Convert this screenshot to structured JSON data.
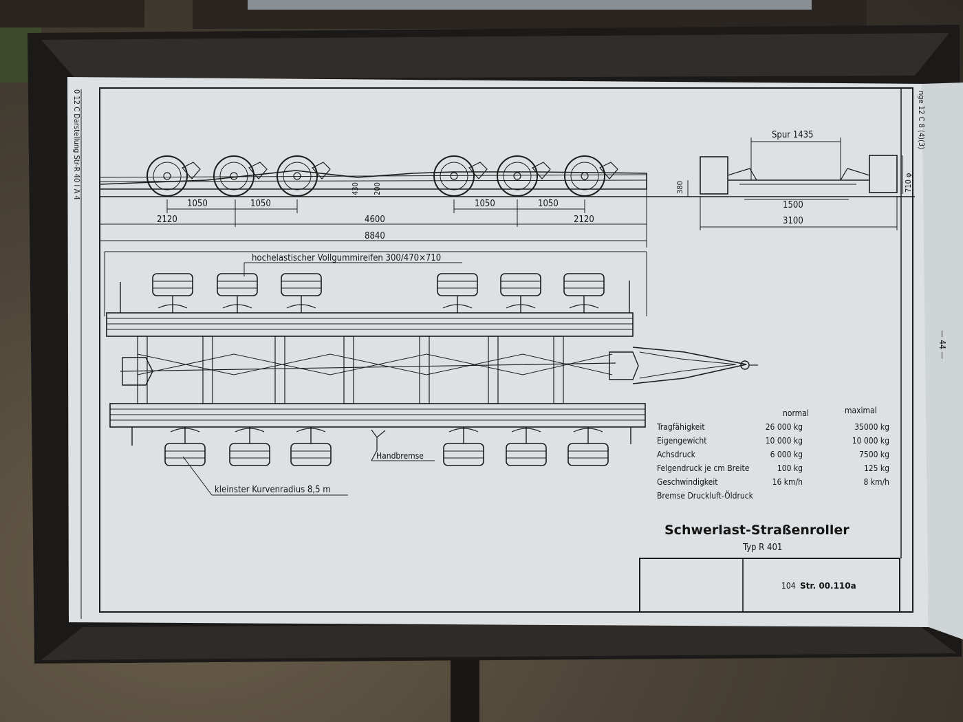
{
  "colors": {
    "paper": "#dde1e3",
    "ink": "#1b1b1b",
    "frame": "#1c1a18",
    "ground": "#4a4236"
  },
  "drawing": {
    "title": "Schwerlast-Straßenroller",
    "subtitle": "Typ R 401",
    "drawing_number_prefix": "104",
    "drawing_number": "Str. 00.110a",
    "page_marker": "— 44 —",
    "left_margin_note": "0 12 C Darstellung Str-R 40 I A 4",
    "right_margin_note": "nge 12 C 8 (4)(3)",
    "side_dimensions": {
      "axle_spacing_a": [
        "1050",
        "1050"
      ],
      "axle_spacing_b": [
        "1050",
        "1050"
      ],
      "segments": [
        "2120",
        "4600",
        "2120"
      ],
      "overall_length": "8840",
      "height_430": "430",
      "height_200": "200"
    },
    "front_view": {
      "track_label": "Spur 1435",
      "height_380": "380",
      "tire_diameter": "710 φ",
      "width_1500": "1500",
      "width_3100": "3100"
    },
    "callouts": {
      "tires": "hochelastischer Vollgummireifen 300/470×710",
      "handbrake": "Handbremse",
      "turning_radius": "kleinster Kurvenradius 8,5 m"
    },
    "specs": {
      "col_normal": "normal",
      "col_maximal": "maximal",
      "rows": [
        {
          "label": "Tragfähigkeit",
          "normal": "26 000 kg",
          "maximal": "35000 kg"
        },
        {
          "label": "Eigengewicht",
          "normal": "10 000 kg",
          "maximal": "10 000 kg"
        },
        {
          "label": "Achsdruck",
          "normal": "6 000 kg",
          "maximal": "7500 kg"
        },
        {
          "label": "Felgendruck je cm Breite",
          "normal": "100 kg",
          "maximal": "125 kg"
        },
        {
          "label": "Geschwindigkeit",
          "normal": "16 km/h",
          "maximal": "8 km/h"
        },
        {
          "label": "Bremse Druckluft-Öldruck",
          "normal": "",
          "maximal": ""
        }
      ]
    }
  }
}
